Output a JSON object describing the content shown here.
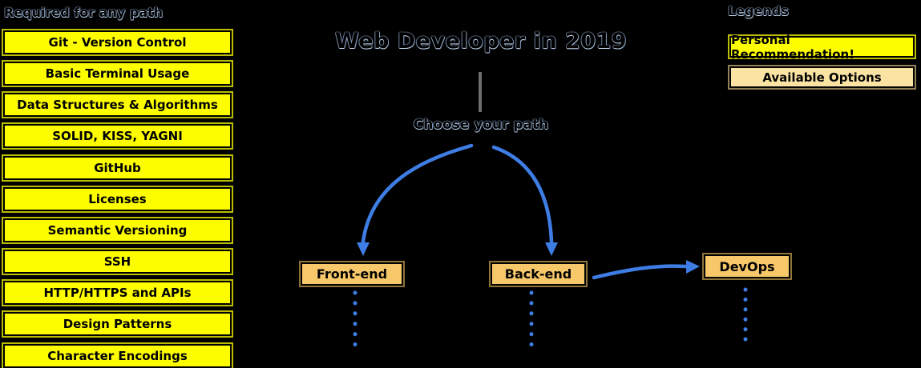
{
  "colors": {
    "background": "#000000",
    "recommendation_yellow": "#FDFD00",
    "option_orange": "#F7C869",
    "option_cream": "#FBE3A3",
    "arrow_blue": "#3D7DE4",
    "divider_gray": "#6E6E6E",
    "border_black": "#000000"
  },
  "required_column": {
    "title": "Required for any path",
    "items": [
      "Git - Version Control",
      "Basic Terminal Usage",
      "Data Structures & Algorithms",
      "SOLID, KISS, YAGNI",
      "GitHub",
      "Licenses",
      "Semantic Versioning",
      "SSH",
      "HTTP/HTTPS and APIs",
      "Design Patterns",
      "Character Encodings"
    ]
  },
  "center": {
    "title": "Web Developer in 2019",
    "choose_label": "Choose your path",
    "nodes": {
      "frontend": "Front-end",
      "backend": "Back-end",
      "devops": "DevOps"
    }
  },
  "legend": {
    "title": "Legends",
    "items": [
      {
        "label": "Personal Recommendation!"
      },
      {
        "label": "Available Options"
      }
    ]
  }
}
